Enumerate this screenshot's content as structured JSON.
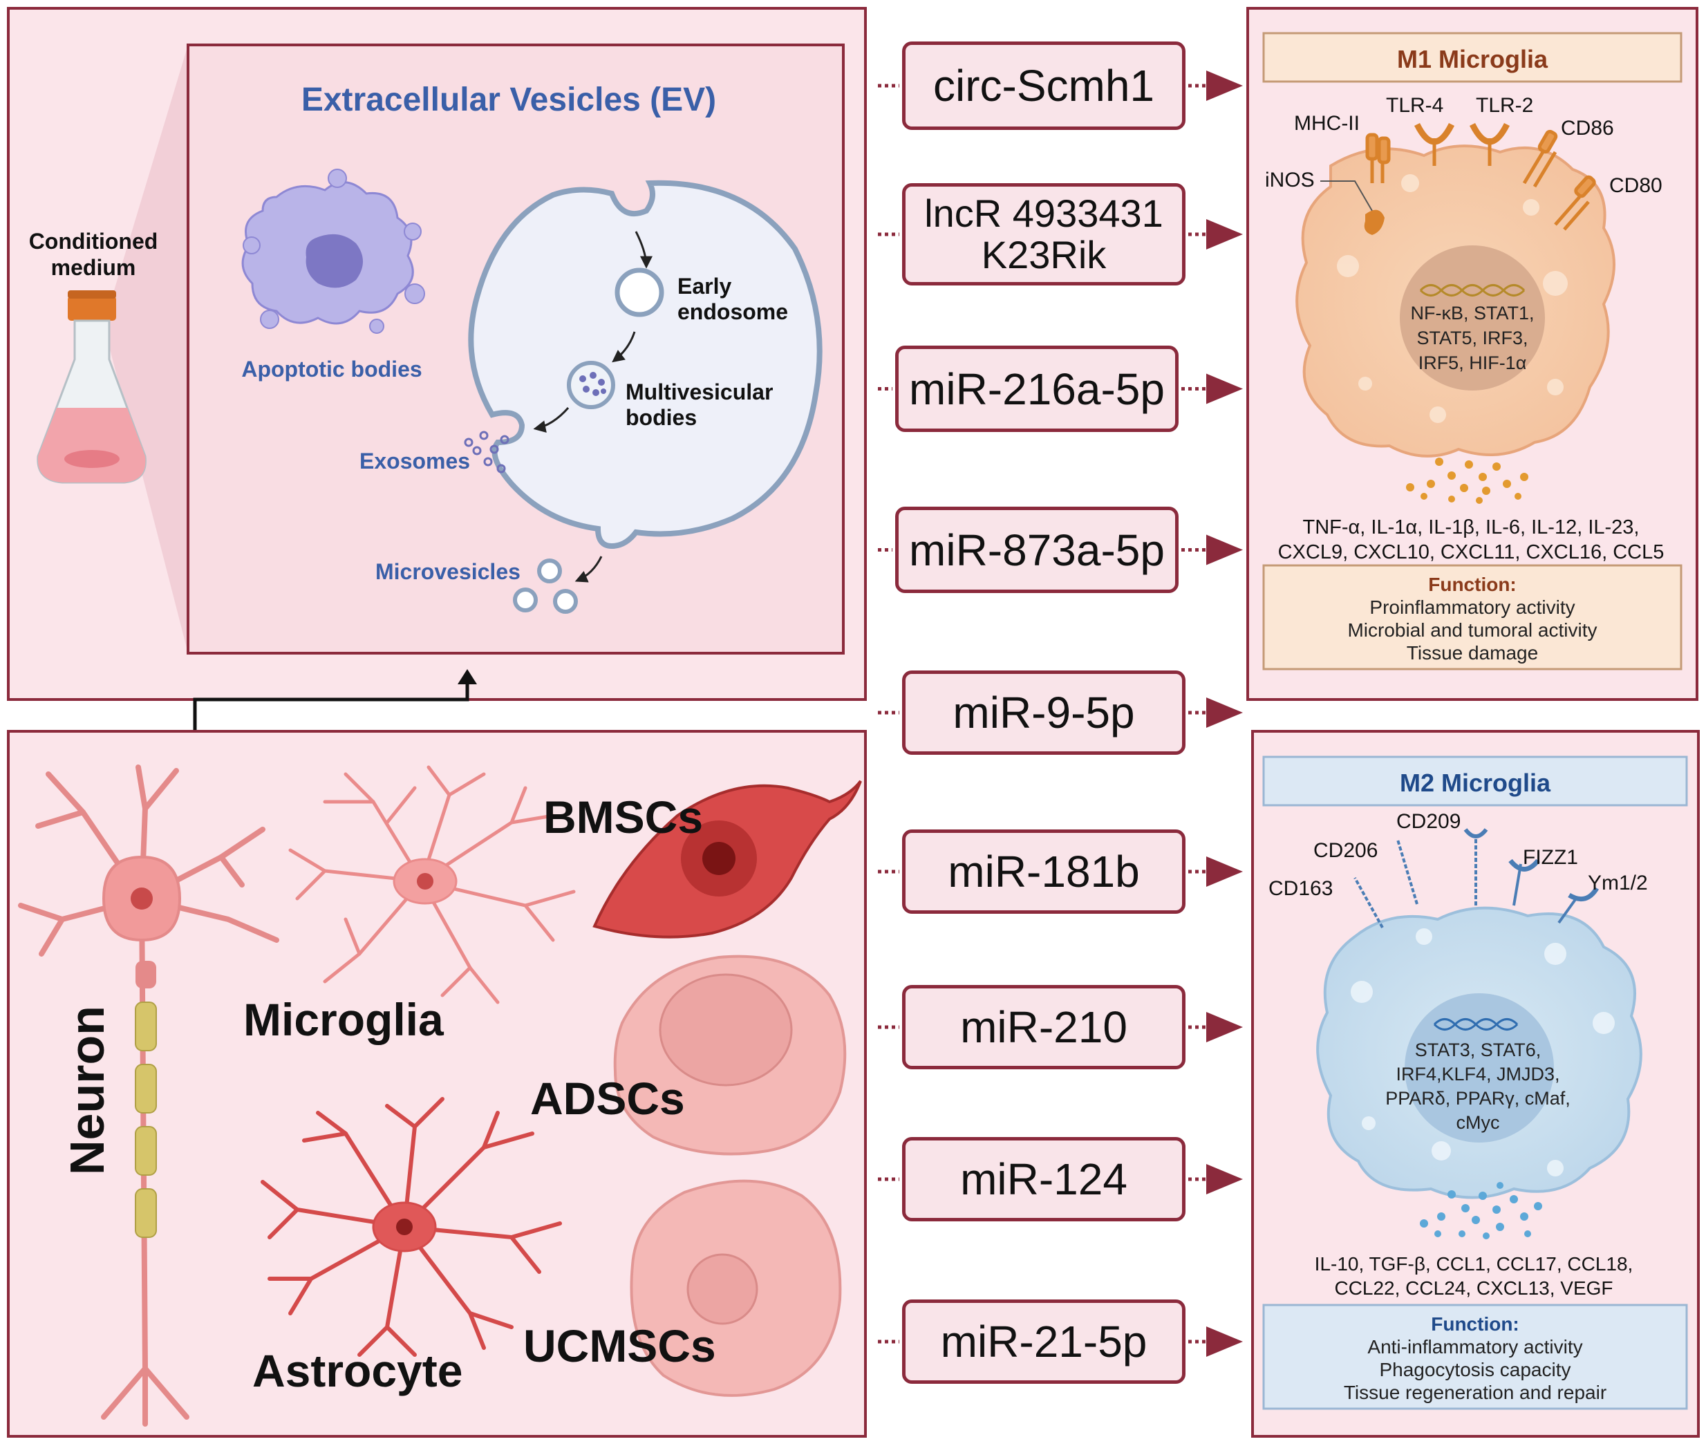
{
  "ev_panel": {
    "title": "Extracellular Vesicles (EV)",
    "medium_label_line1": "Conditioned",
    "medium_label_line2": "medium",
    "apoptotic": "Apoptotic bodies",
    "early_line1": "Early",
    "early_line2": "endosome",
    "mvb_line1": "Multivesicular",
    "mvb_line2": "bodies",
    "exosomes": "Exosomes",
    "microvesicles": "Microvesicles"
  },
  "cells_panel": {
    "neuron": "Neuron",
    "microglia": "Microglia",
    "astrocyte": "Astrocyte",
    "bmscs": "BMSCs",
    "adscs": "ADSCs",
    "ucmscs": "UCMSCs"
  },
  "mirnas": [
    {
      "line1": "circ-Scmh1",
      "line2": ""
    },
    {
      "line1": "lncR 4933431",
      "line2": "K23Rik"
    },
    {
      "line1": "miR-216a-5p",
      "line2": ""
    },
    {
      "line1": "miR-873a-5p",
      "line2": ""
    },
    {
      "line1": "miR-9-5p",
      "line2": ""
    },
    {
      "line1": "miR-181b",
      "line2": ""
    },
    {
      "line1": "miR-210",
      "line2": ""
    },
    {
      "line1": "miR-124",
      "line2": ""
    },
    {
      "line1": "miR-21-5p",
      "line2": ""
    }
  ],
  "m1": {
    "title": "M1 Microglia",
    "receptors": {
      "mhc": "MHC-II",
      "tlr4": "TLR-4",
      "tlr2": "TLR-2",
      "cd86": "CD86",
      "inos": "iNOS",
      "cd80": "CD80"
    },
    "nucleus": [
      "NF-κB, STAT1,",
      "STAT5, IRF3,",
      "IRF5, HIF-1α"
    ],
    "cytokines": [
      "TNF-α, IL-1α, IL-1β, IL-6, IL-12, IL-23,",
      "CXCL9, CXCL10, CXCL11, CXCL16, CCL5"
    ],
    "function_title": "Function:",
    "functions": [
      "Proinflammatory activity",
      "Microbial and tumoral activity",
      "Tissue damage"
    ]
  },
  "m2": {
    "title": "M2 Microglia",
    "receptors": {
      "cd209": "CD209",
      "cd206": "CD206",
      "fizz1": "FIZZ1",
      "cd163": "CD163",
      "ym": "Ym1/2"
    },
    "nucleus": [
      "STAT3, STAT6,",
      "IRF4,KLF4, JMJD3,",
      "PPARδ, PPARγ, cMaf,",
      "cMyc"
    ],
    "cytokines": [
      "IL-10, TGF-β, CCL1, CCL17, CCL18,",
      "CCL22, CCL24, CXCL13, VEGF"
    ],
    "function_title": "Function:",
    "functions": [
      "Anti-inflammatory activity",
      "Phagocytosis capacity",
      "Tissue regeneration and repair"
    ]
  },
  "colors": {
    "panel_border": "#8b2a3c",
    "panel_fill": "#fbe5ea",
    "ev_blue": "#3a5fa8",
    "m1_title_fill": "#fbe7d5",
    "m2_title_fill": "#dce8f4",
    "cell_red": "#d84a4a"
  }
}
